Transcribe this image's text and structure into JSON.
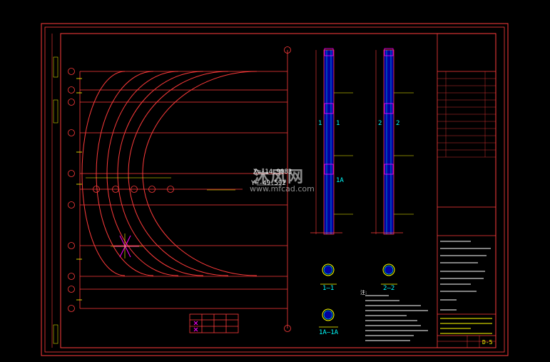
{
  "colors": {
    "background": "#000000",
    "frame": "#ff3b3b",
    "accent_yellow": "#ffff00",
    "accent_cyan": "#00ffff",
    "accent_green": "#00ff00",
    "accent_magenta": "#ff00ff",
    "accent_blue": "#2a2aff",
    "white": "#ffffff"
  },
  "plan": {
    "coord_x_label": "X=-14.9083",
    "coord_y_label": "Y=-49.592",
    "watermark_text": "沐风网",
    "watermark_url": "www.mfcad.com"
  },
  "sections": {
    "col1_label": "1",
    "col1a_label": "1A",
    "col2_label": "2",
    "sec_1_1": "1—1",
    "sec_2_2": "2—2",
    "sec_1a_1a": "1A—1A"
  },
  "notes": {
    "heading": "注:"
  },
  "title_block": {
    "sheet_no": "D-5"
  }
}
